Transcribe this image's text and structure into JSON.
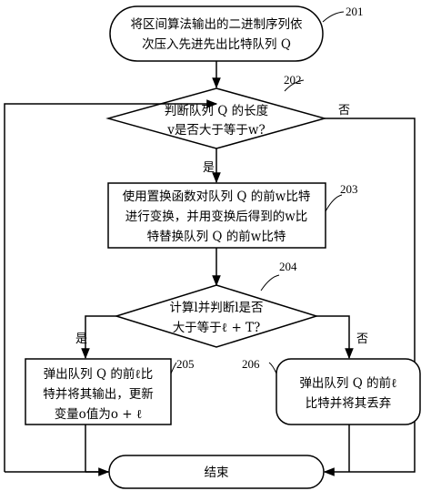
{
  "steps": {
    "s201": {
      "number": "201",
      "lines": [
        "将区间算法输出的二进制序列依",
        "次压入先进先出比特队列 Q"
      ]
    },
    "s202": {
      "number": "202",
      "lines": [
        "判断队列 Q 的长度",
        "v是否大于等于w?"
      ]
    },
    "s203": {
      "number": "203",
      "lines": [
        "使用置换函数对队列 Q 的前w比特",
        "进行变换，并用变换后得到的w比",
        "特替换队列 Q 的前w比特"
      ]
    },
    "s204": {
      "number": "204",
      "lines": [
        "计算l并判断l是否",
        "大于等于ℓ + T?"
      ]
    },
    "s205": {
      "number": "205",
      "lines": [
        "弹出队列 Q 的前ℓ比",
        "特并将其输出，更新",
        "变量o值为o + ℓ"
      ]
    },
    "s206": {
      "number": "206",
      "lines": [
        "弹出队列 Q 的前ℓ",
        "比特并将其丢弃"
      ]
    },
    "end": {
      "label": "结束"
    }
  },
  "labels": {
    "yes_202": "是",
    "no_202": "否",
    "yes_204": "是",
    "no_204": "否"
  }
}
